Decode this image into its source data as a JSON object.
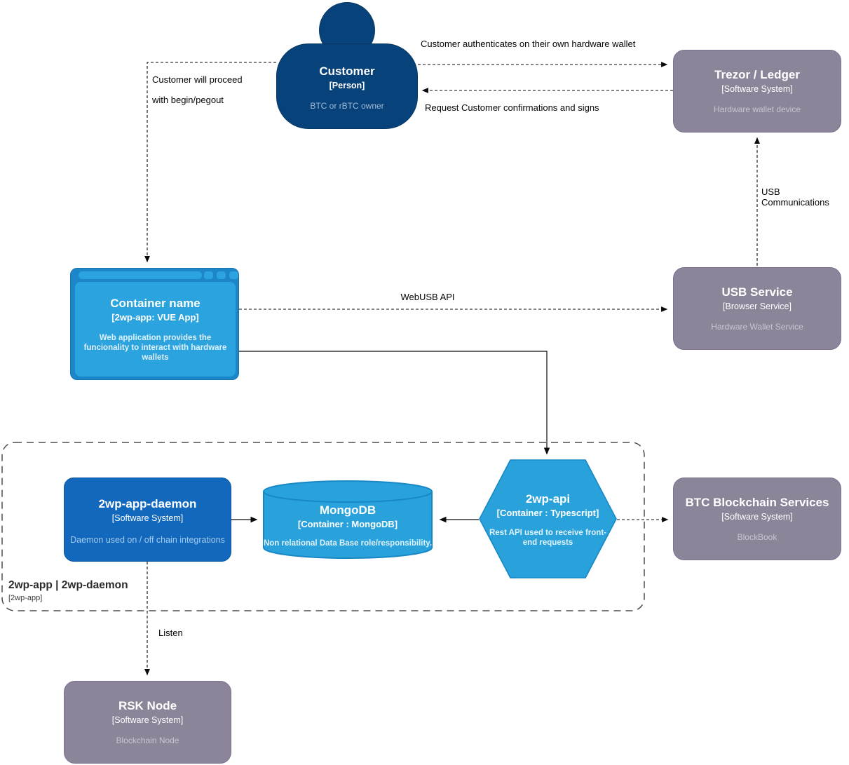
{
  "nodes": {
    "customer": {
      "name": "Customer",
      "meta": "[Person]",
      "desc": "BTC or rBTC owner"
    },
    "trezor": {
      "name": "Trezor / Ledger",
      "meta": "[Software System]",
      "desc": "Hardware wallet device"
    },
    "webapp": {
      "name": "Container name",
      "meta": "[2wp-app: VUE App]",
      "desc": "Web application provides the funcionality to interact with hardware wallets"
    },
    "usb": {
      "name": "USB Service",
      "meta": "[Browser Service]",
      "desc": "Hardware Wallet Service"
    },
    "daemon": {
      "name": "2wp-app-daemon",
      "meta": "[Software System]",
      "desc": "Daemon used on / off chain integrations"
    },
    "mongo": {
      "name": "MongoDB",
      "meta": "[Container : MongoDB]",
      "desc": "Non relational Data Base role/responsibility."
    },
    "api": {
      "name": "2wp-api",
      "meta": "[Container : Typescript]",
      "desc": "Rest API used to receive front-end requests"
    },
    "btc": {
      "name": "BTC Blockchain Services",
      "meta": "[Software System]",
      "desc": "BlockBook"
    },
    "rsk": {
      "name": "RSK Node",
      "meta": "[Software System]",
      "desc": "Blockchain Node"
    }
  },
  "boundary": {
    "name": "2wp-app | 2wp-daemon",
    "meta": "[2wp-app]"
  },
  "edges": {
    "auth": "Customer authenticates on their own hardware wallet",
    "confirm": "Request Customer confirmations and signs",
    "proceed1": "Customer will proceed",
    "proceed2": "with begin/pegout",
    "webusb": "WebUSB API",
    "usbcomm": "USB Communications",
    "listen": "Listen"
  },
  "colors": {
    "person_blue": "#08427b",
    "container_blue": "#1168bd",
    "container_cyan": "#29a2dc",
    "external_gray": "#8c8498",
    "edge_black": "#0b0b0b"
  }
}
